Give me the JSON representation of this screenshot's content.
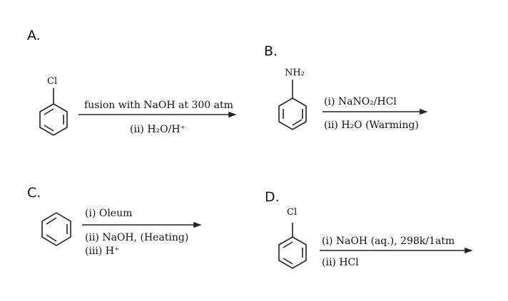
{
  "reactions": [
    {
      "label": "A.",
      "substituent": "Cl",
      "above": "fusion with NaOH at 300 atm",
      "below": [
        "(ii) H₂O/H⁺"
      ]
    },
    {
      "label": "B.",
      "substituent": "NH₂",
      "above": "(i) NaNO₂/HCl",
      "below": [
        "(ii) H₂O (Warming)"
      ]
    },
    {
      "label": "C.",
      "substituent": "",
      "above": "(i) Oleum",
      "below": [
        "(ii) NaOH, (Heating)",
        "(iii) H⁺"
      ]
    },
    {
      "label": "D.",
      "substituent": "Cl",
      "above": "(i) NaOH (aq.), 298k/1atm",
      "below": [
        "(ii) HCl"
      ]
    }
  ]
}
